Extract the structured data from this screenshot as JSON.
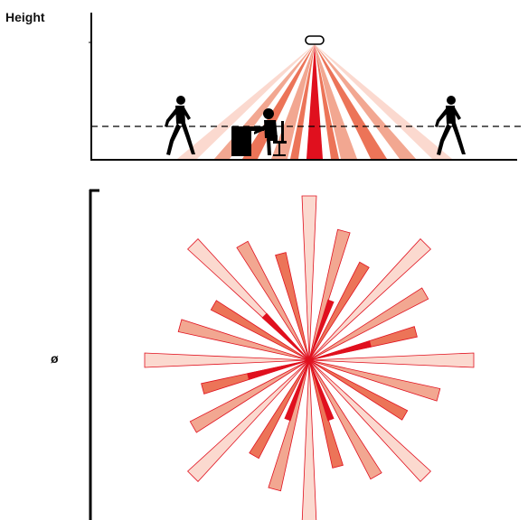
{
  "labels": {
    "height": "Height",
    "diameter": "ø"
  },
  "colors": {
    "zone_far": "#fbd9cf",
    "zone_mid": "#f2a791",
    "zone_near": "#ec7458",
    "zone_center": "#e0101e",
    "outline": "#e0101e",
    "axis": "#000000"
  },
  "side_view": {
    "sensor_icon": "ceiling-sensor-icon",
    "figures": [
      "walking-person-icon",
      "seated-person-at-desk-icon",
      "walking-person-icon"
    ],
    "reference_line": "dashed"
  },
  "top_view": {
    "pattern": "radial-detection-zones",
    "rings": [
      "far",
      "mid",
      "near",
      "center"
    ]
  }
}
